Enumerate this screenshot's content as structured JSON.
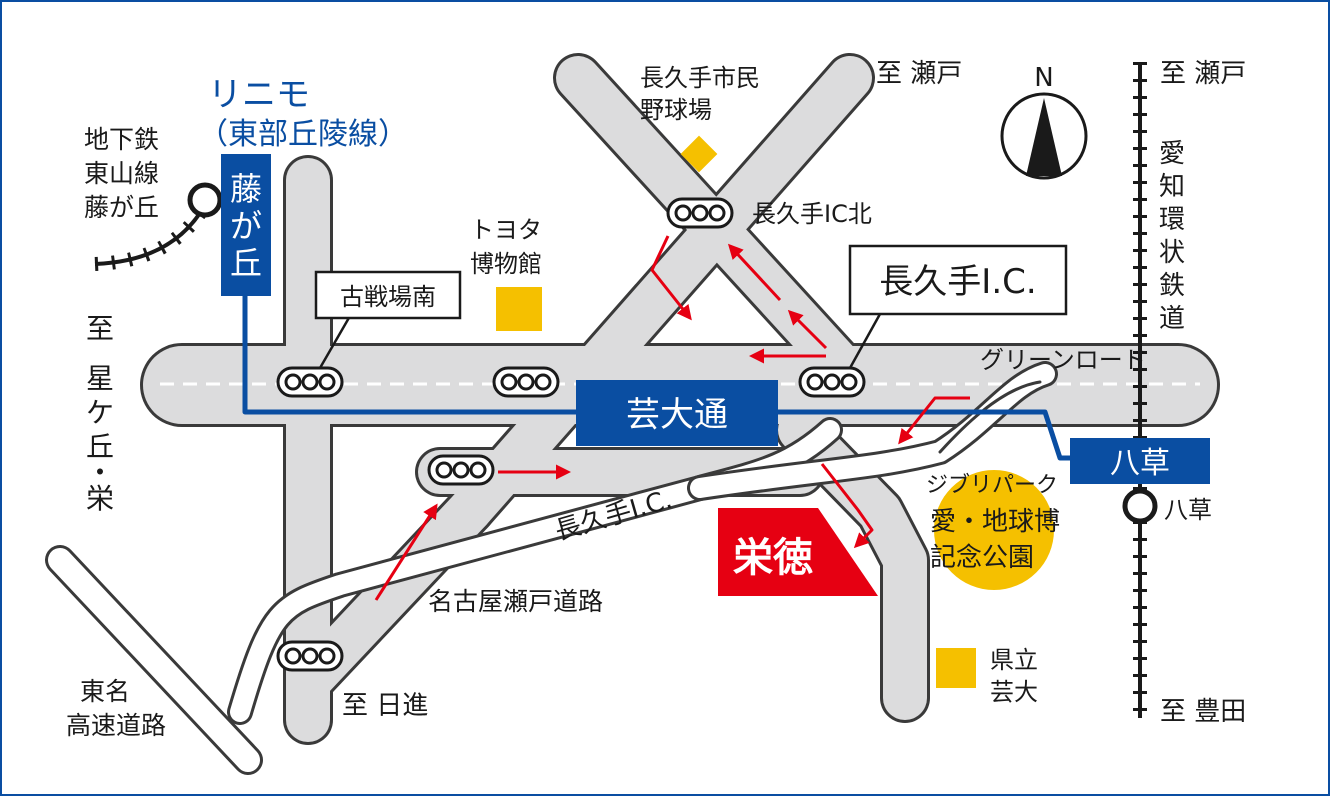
{
  "colors": {
    "road": "#dcdcdd",
    "road_edge": "#3a3a3a",
    "linimo": "#0a4ea2",
    "arrow": "#e60012",
    "destination": "#e60012",
    "poi": "#f5c000",
    "text": "#1a1a1a"
  },
  "compass": {
    "label": "N"
  },
  "linimo": {
    "name": "リニモ",
    "line": "（東部丘陵線）"
  },
  "subway": {
    "lines": [
      "地下鉄",
      "東山線",
      "藤が丘"
    ]
  },
  "stations": {
    "fujigaoka": "藤が丘",
    "yakusa_box": "八草",
    "yakusa_rail": "八草"
  },
  "directions": {
    "hoshigaoka": [
      "至",
      "星",
      "ケ",
      "丘",
      "・",
      "栄"
    ],
    "seto_top": "至 瀬戸",
    "seto_rail": "至 瀬戸",
    "nisshin": "至 日進",
    "toyota": "至 豊田"
  },
  "railway": {
    "name": [
      "愛",
      "知",
      "環",
      "状",
      "鉄",
      "道"
    ]
  },
  "labels": {
    "kosenjo_minami": "古戦場南",
    "ic_kita": "長久手IC北",
    "ic_box": "長久手I.C.",
    "green_road": "グリーンロード",
    "geidai_dori": "芸大通",
    "nagoya_seto": "名古屋瀬戸道路",
    "nagakute_ic_road": "長久手I.C.",
    "tomei": [
      "東名",
      "高速道路"
    ]
  },
  "pois": {
    "baseball": [
      "長久手市民",
      "野球場"
    ],
    "toyota_museum": [
      "トヨタ",
      "博物館"
    ],
    "ghibli": [
      "ジブリパーク",
      "愛・地球博",
      "記念公園"
    ],
    "geidai": [
      "県立",
      "芸大"
    ]
  },
  "destination": {
    "name": "栄徳"
  },
  "signals": [
    "signal-kosenjo-minami",
    "signal-museum",
    "signal-ic",
    "signal-ic-kita",
    "signal-lower-left",
    "signal-bottom"
  ]
}
